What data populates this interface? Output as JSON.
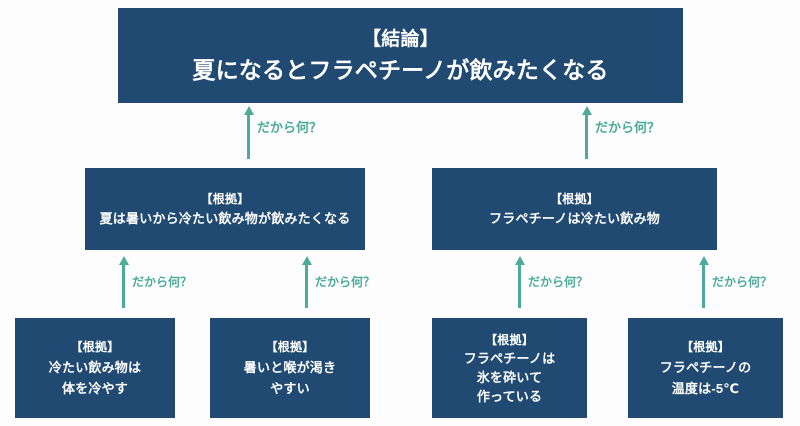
{
  "diagram": {
    "type": "logic-tree",
    "title_text": "",
    "colors": {
      "node_fill": "#204a72",
      "node_text": "#ffffff",
      "arrow": "#4cab99",
      "background": "#fdfdfd"
    },
    "conclusion": {
      "tag": "【結論】",
      "text": "夏になるとフラペチーノが飲みたくなる"
    },
    "mid_reasons": [
      {
        "tag": "【根拠】",
        "text": "夏は暑いから冷たい飲み物が飲みたくなる"
      },
      {
        "tag": "【根拠】",
        "text": "フラペチーノは冷たい飲み物"
      }
    ],
    "leaf_reasons": [
      {
        "tag": "【根拠】",
        "line1": "冷たい飲み物は",
        "line2": "体を冷やす",
        "line3": ""
      },
      {
        "tag": "【根拠】",
        "line1": "暑いと喉が渇き",
        "line2": "やすい",
        "line3": ""
      },
      {
        "tag": "【根拠】",
        "line1": "フラペチーノは",
        "line2": "氷を砕いて",
        "line3": "作っている"
      },
      {
        "tag": "【根拠】",
        "line1": "フラペチーノの",
        "line2": "温度は-5℃",
        "line3": ""
      }
    ],
    "arrows": [
      {
        "label": "だから何？"
      },
      {
        "label": "だから何？"
      },
      {
        "label": "だから何？"
      },
      {
        "label": "だから何？"
      },
      {
        "label": "だから何？"
      },
      {
        "label": "だから何？"
      }
    ]
  }
}
